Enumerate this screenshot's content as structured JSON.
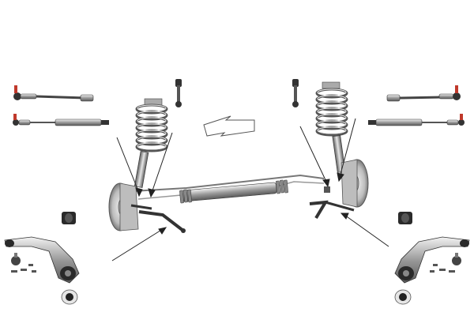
{
  "diagram": {
    "kind": "suspension-parts-exploded-view",
    "palette": {
      "metal_dark": "#4a4a4a",
      "metal_mid": "#8c8c8c",
      "metal_light": "#d9d9d9",
      "rubber": "#1f1f1f",
      "accent_red": "#c0392b",
      "line": "#222222"
    },
    "parts": {
      "left": [
        "tie-rod-end",
        "tie-rod",
        "stabilizer-link",
        "coil-spring",
        "shock-absorber",
        "bushing",
        "control-arm",
        "ball-joint",
        "mount"
      ],
      "center": [
        "steering-rack",
        "direction-arrow"
      ],
      "right": [
        "tie-rod-end",
        "tie-rod",
        "stabilizer-link",
        "coil-spring",
        "shock-absorber",
        "bushing",
        "control-arm",
        "ball-joint",
        "mount"
      ]
    }
  }
}
